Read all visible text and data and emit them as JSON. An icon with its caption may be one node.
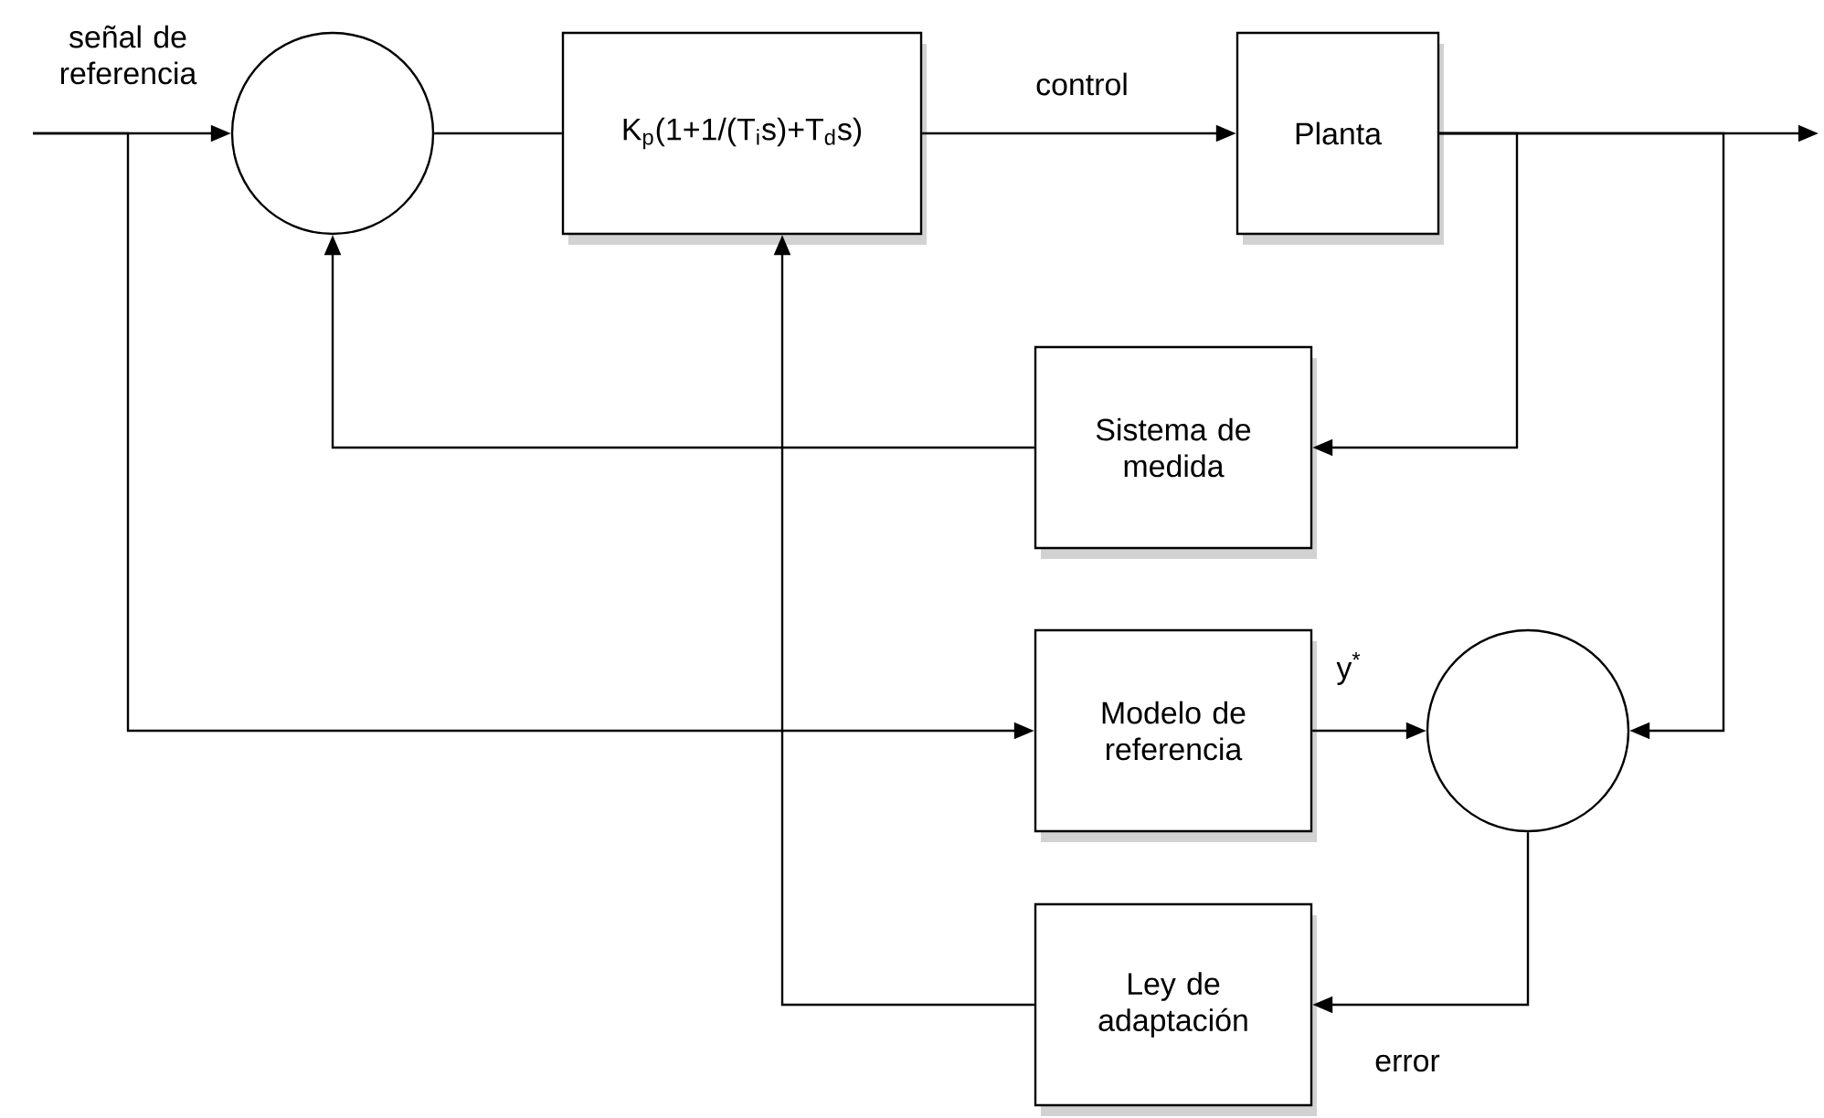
{
  "diagram": {
    "nodes": [
      {
        "text": [],
        "shape": "circle"
      },
      {
        "text": [
          "K$_{p}$(1+1/(T$_{i}$s)+T$_{d}$s)"
        ]
      },
      {
        "text": [
          "Planta"
        ]
      },
      {
        "text": [
          "Sistema de medida"
        ]
      },
      {
        "text": [
          "Modelo de referencia"
        ]
      },
      {
        "text": [],
        "shape": "circle"
      },
      {
        "text": [
          "Ley de adaptación"
        ]
      }
    ],
    "edges": [
      {
        "from": null,
        "to": 0,
        "arrow": "to",
        "label": "señal de referencia"
      },
      {
        "from": 0,
        "to": 1,
        "arrow": "none"
      },
      {
        "from": 1,
        "to": 2,
        "arrow": "to",
        "label": "control"
      },
      {
        "from": 2,
        "to": null,
        "arrow": "to"
      },
      {
        "from": 2,
        "to": 3,
        "arrow": "to"
      },
      {
        "from": 3,
        "to": 0,
        "arrow": "to"
      },
      {
        "from": null,
        "to": 4,
        "arrow": "to"
      },
      {
        "from": 2,
        "to": 5,
        "arrow": "to"
      },
      {
        "from": 4,
        "to": 5,
        "arrow": "to",
        "label": "y$^{*}$"
      },
      {
        "from": 5,
        "to": 6,
        "arrow": "to",
        "label": "error"
      },
      {
        "from": 6,
        "to": 1,
        "arrow": "to"
      }
    ]
  }
}
